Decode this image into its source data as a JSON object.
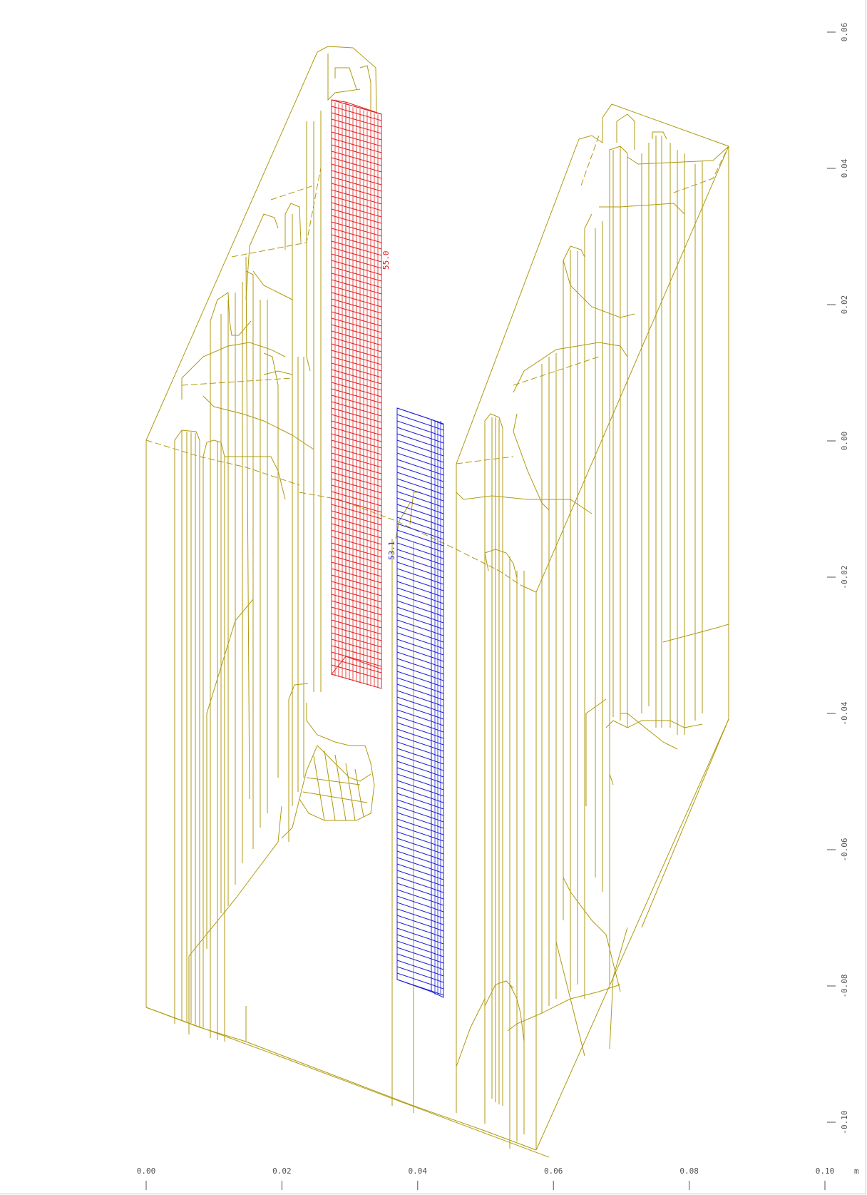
{
  "colors": {
    "geometry": "#b09a10",
    "coil_a": "#e02020",
    "coil_b": "#2020d8",
    "axis_text": "#505050",
    "background": "#ffffff"
  },
  "x_axis": {
    "ticks": [
      "0.00",
      "0.02",
      "0.04",
      "0.06",
      "0.08",
      "0.10"
    ],
    "unit": "m"
  },
  "y_axis": {
    "ticks": [
      "0.06",
      "0.04",
      "0.02",
      "0.00",
      "-0.02",
      "-0.04",
      "-0.06",
      "-0.08",
      "-0.10"
    ]
  },
  "labels": {
    "coil_a": "55.0",
    "coil_b": "53.1"
  }
}
